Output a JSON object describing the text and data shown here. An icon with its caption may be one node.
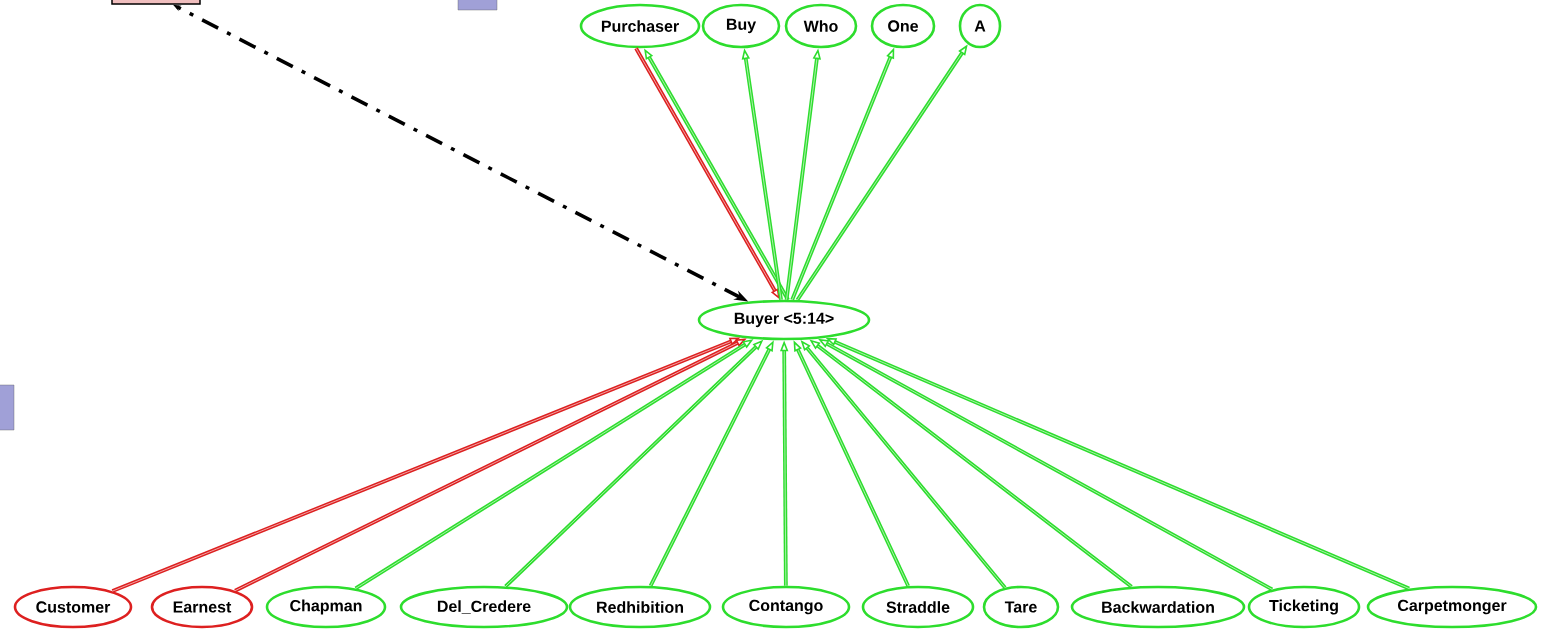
{
  "diagram": {
    "nodes": [
      {
        "text": [
          "Purchaser"
        ]
      },
      {
        "text": [
          "Buy"
        ]
      },
      {
        "text": [
          "Who"
        ]
      },
      {
        "text": [
          "One"
        ]
      },
      {
        "text": [
          "A"
        ]
      },
      {
        "text": [
          "Buyer <5:14>"
        ]
      },
      {
        "text": [
          "Customer"
        ]
      },
      {
        "text": [
          "Earnest"
        ]
      },
      {
        "text": [
          "Chapman"
        ]
      },
      {
        "text": [
          "Del_Credere"
        ]
      },
      {
        "text": [
          "Redhibition"
        ]
      },
      {
        "text": [
          "Contango"
        ]
      },
      {
        "text": [
          "Straddle"
        ]
      },
      {
        "text": [
          "Tare"
        ]
      },
      {
        "text": [
          "Backwardation"
        ]
      },
      {
        "text": [
          "Ticketing"
        ]
      },
      {
        "text": [
          "Carpetmonger"
        ]
      },
      {
        "text": [],
        "shape": "box"
      }
    ],
    "edges": [
      {
        "from": 0,
        "to": 5,
        "arrow": "to",
        "color": "#dd2020"
      },
      {
        "from": 5,
        "to": 0,
        "arrow": "to"
      },
      {
        "from": 5,
        "to": 1,
        "arrow": "to"
      },
      {
        "from": 5,
        "to": 2,
        "arrow": "to"
      },
      {
        "from": 5,
        "to": 3,
        "arrow": "to"
      },
      {
        "from": 5,
        "to": 4,
        "arrow": "to"
      },
      {
        "from": 6,
        "to": 5,
        "arrow": "to",
        "color": "#dd2020"
      },
      {
        "from": 7,
        "to": 5,
        "arrow": "to",
        "color": "#dd2020"
      },
      {
        "from": 8,
        "to": 5,
        "arrow": "to"
      },
      {
        "from": 9,
        "to": 5,
        "arrow": "to"
      },
      {
        "from": 10,
        "to": 5,
        "arrow": "to"
      },
      {
        "from": 11,
        "to": 5,
        "arrow": "to"
      },
      {
        "from": 12,
        "to": 5,
        "arrow": "to"
      },
      {
        "from": 13,
        "to": 5,
        "arrow": "to"
      },
      {
        "from": 14,
        "to": 5,
        "arrow": "to"
      },
      {
        "from": 15,
        "to": 5,
        "arrow": "to"
      },
      {
        "from": 16,
        "to": 5,
        "arrow": "to"
      },
      {
        "from": 5,
        "to": 17,
        "arrow": "both",
        "style": "dashed",
        "color": "#000000"
      }
    ]
  }
}
